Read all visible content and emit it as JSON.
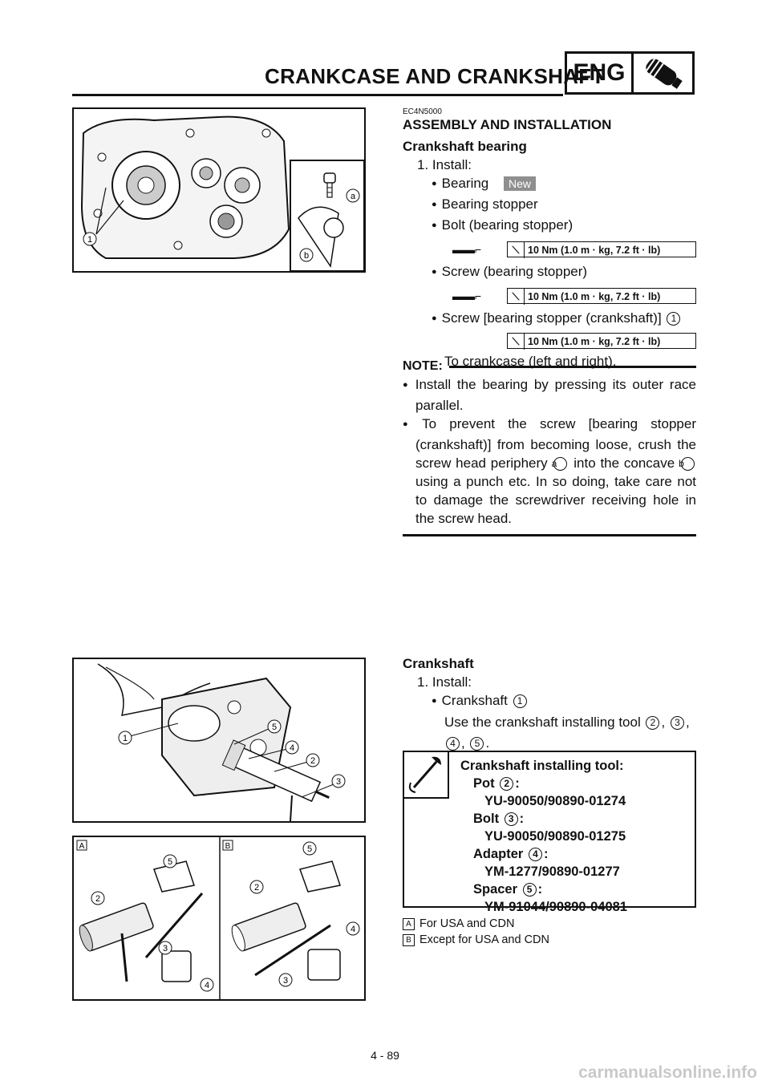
{
  "header": {
    "title": "CRANKCASE AND CRANKSHAFT",
    "eng_label": "ENG"
  },
  "section1": {
    "code": "EC4N5000",
    "heading": "ASSEMBLY AND INSTALLATION",
    "subheading": "Crankshaft bearing",
    "step": "1. Install:",
    "items": [
      {
        "text": "Bearing",
        "tag": "New"
      },
      {
        "text": "Bearing stopper"
      },
      {
        "text": "Bolt (bearing stopper)",
        "torque": "10 Nm (1.0 m · kg, 7.2 ft · lb)"
      },
      {
        "text": "Screw (bearing stopper)",
        "torque": "10 Nm (1.0 m · kg, 7.2 ft · lb)"
      },
      {
        "text": "Screw [bearing stopper (crankshaft)]",
        "callout": "1",
        "torque": "10 Nm (1.0 m · kg, 7.2 ft · lb)"
      }
    ],
    "after_text": "To crankcase (left and right).",
    "note_label": "NOTE:",
    "notes": [
      "Install the bearing by pressing its outer race parallel.",
      "To prevent the screw [bearing stopper (crankshaft)] from becoming loose, crush the screw head periphery",
      "into the concave",
      "using a punch etc. In so doing, take care not to damage the screwdriver receiving hole in the screw head."
    ],
    "note_callouts": [
      "a",
      "b"
    ]
  },
  "figure1": {
    "callouts": [
      "1",
      "a",
      "b"
    ]
  },
  "section2": {
    "subheading": "Crankshaft",
    "step": "1. Install:",
    "item": "Crankshaft",
    "item_callout": "1",
    "use_text": "Use the crankshaft installing tool",
    "use_callouts": [
      "2",
      "3",
      "4",
      "5"
    ]
  },
  "figure2": {
    "callouts": [
      "1",
      "5",
      "4",
      "2",
      "3"
    ]
  },
  "figure3": {
    "panel_labels": [
      "A",
      "B"
    ],
    "callouts_a": [
      "5",
      "2",
      "3",
      "4"
    ],
    "callouts_b": [
      "5",
      "2",
      "4",
      "3"
    ]
  },
  "tool_box": {
    "title": "Crankshaft installing tool:",
    "entries": [
      {
        "name": "Pot",
        "callout": "2",
        "part": "YU-90050/90890-01274"
      },
      {
        "name": "Bolt",
        "callout": "3",
        "part": "YU-90050/90890-01275"
      },
      {
        "name": "Adapter",
        "callout": "4",
        "part": "YM-1277/90890-01277"
      },
      {
        "name": "Spacer",
        "callout": "5",
        "part": "YM-91044/90890-04081"
      }
    ]
  },
  "legend": [
    {
      "key": "A",
      "text": "For USA and CDN"
    },
    {
      "key": "B",
      "text": "Except for USA and CDN"
    }
  ],
  "footer": {
    "page": "4 - 89"
  },
  "watermark": "carmanualsonline.info"
}
